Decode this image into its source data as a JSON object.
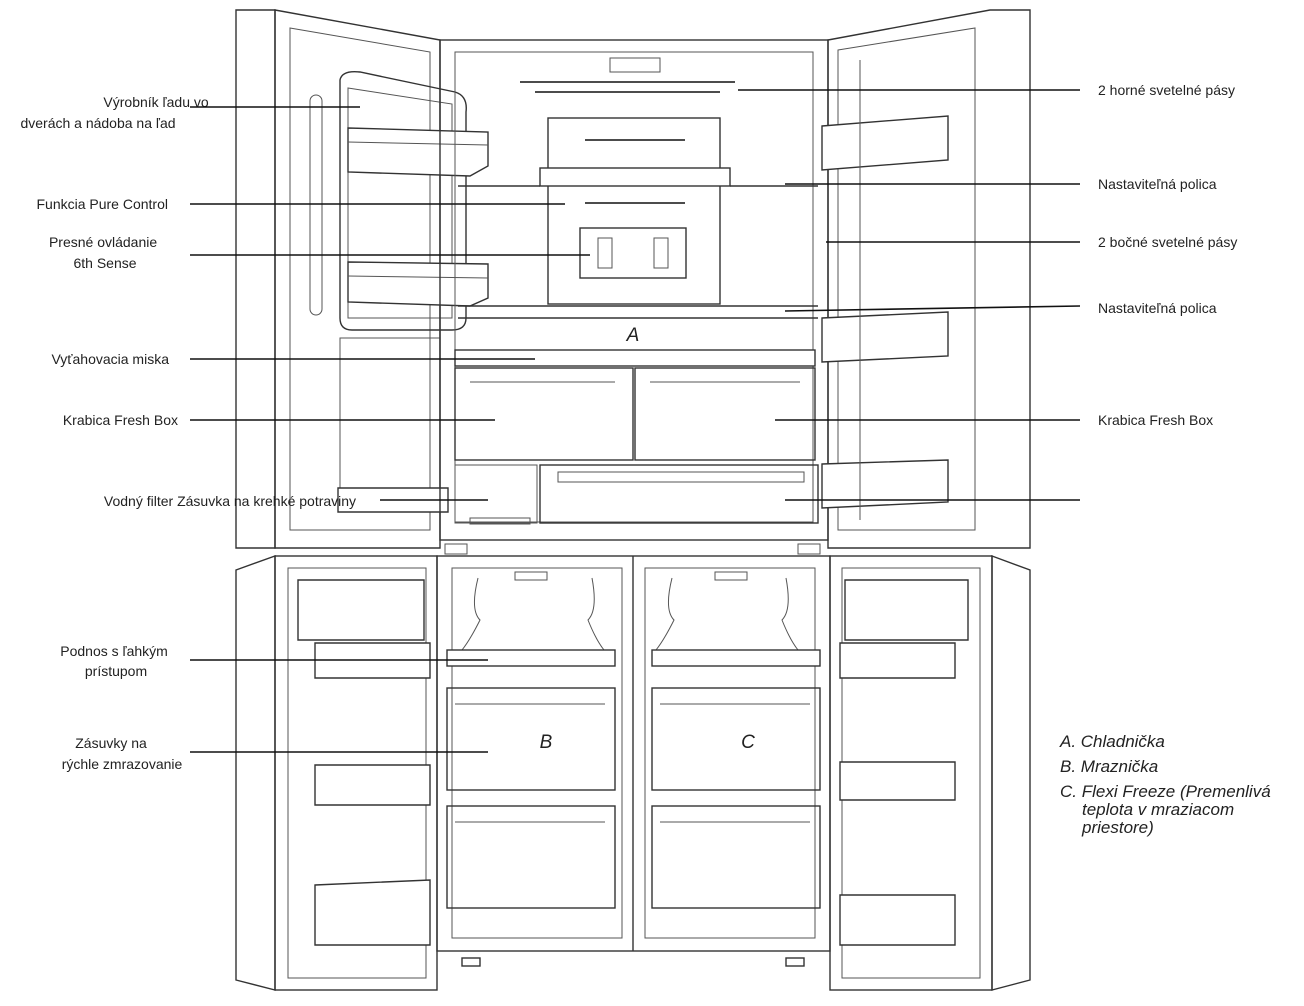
{
  "labels_left": [
    {
      "lines": [
        "Výrobník ľadu vo",
        "dverách a nádoba na ľad"
      ]
    },
    {
      "lines": [
        "Funkcia Pure Control"
      ]
    },
    {
      "lines": [
        "Presné ovládanie",
        "6th Sense"
      ]
    },
    {
      "lines": [
        "Vyťahovacia miska"
      ]
    },
    {
      "lines": [
        "Krabica Fresh Box"
      ]
    },
    {
      "lines": [
        "Vodný filter Zásuvka na krehké potraviny"
      ]
    },
    {
      "lines": [
        "Podnos s ľahkým",
        "prístupom"
      ]
    },
    {
      "lines": [
        "Zásuvky na",
        "rýchle zmrazovanie"
      ]
    }
  ],
  "labels_right": [
    {
      "lines": [
        "2 horné svetelné pásy"
      ]
    },
    {
      "lines": [
        "Nastaviteľná polica"
      ]
    },
    {
      "lines": [
        "2 bočné svetelné pásy"
      ]
    },
    {
      "lines": [
        "Nastaviteľná polica"
      ]
    },
    {
      "lines": [
        "Krabica Fresh Box"
      ]
    },
    {
      "lines": [
        ""
      ]
    }
  ],
  "section_marks": {
    "a": "A",
    "b": "B",
    "c": "C"
  },
  "legend": [
    {
      "lines": [
        "A.  Chladnička"
      ]
    },
    {
      "lines": [
        "B.  Mraznička"
      ]
    },
    {
      "lines": [
        "C. Flexi Freeze (Premenlivá",
        "teplota v mraziacom",
        "priestore)"
      ]
    }
  ]
}
